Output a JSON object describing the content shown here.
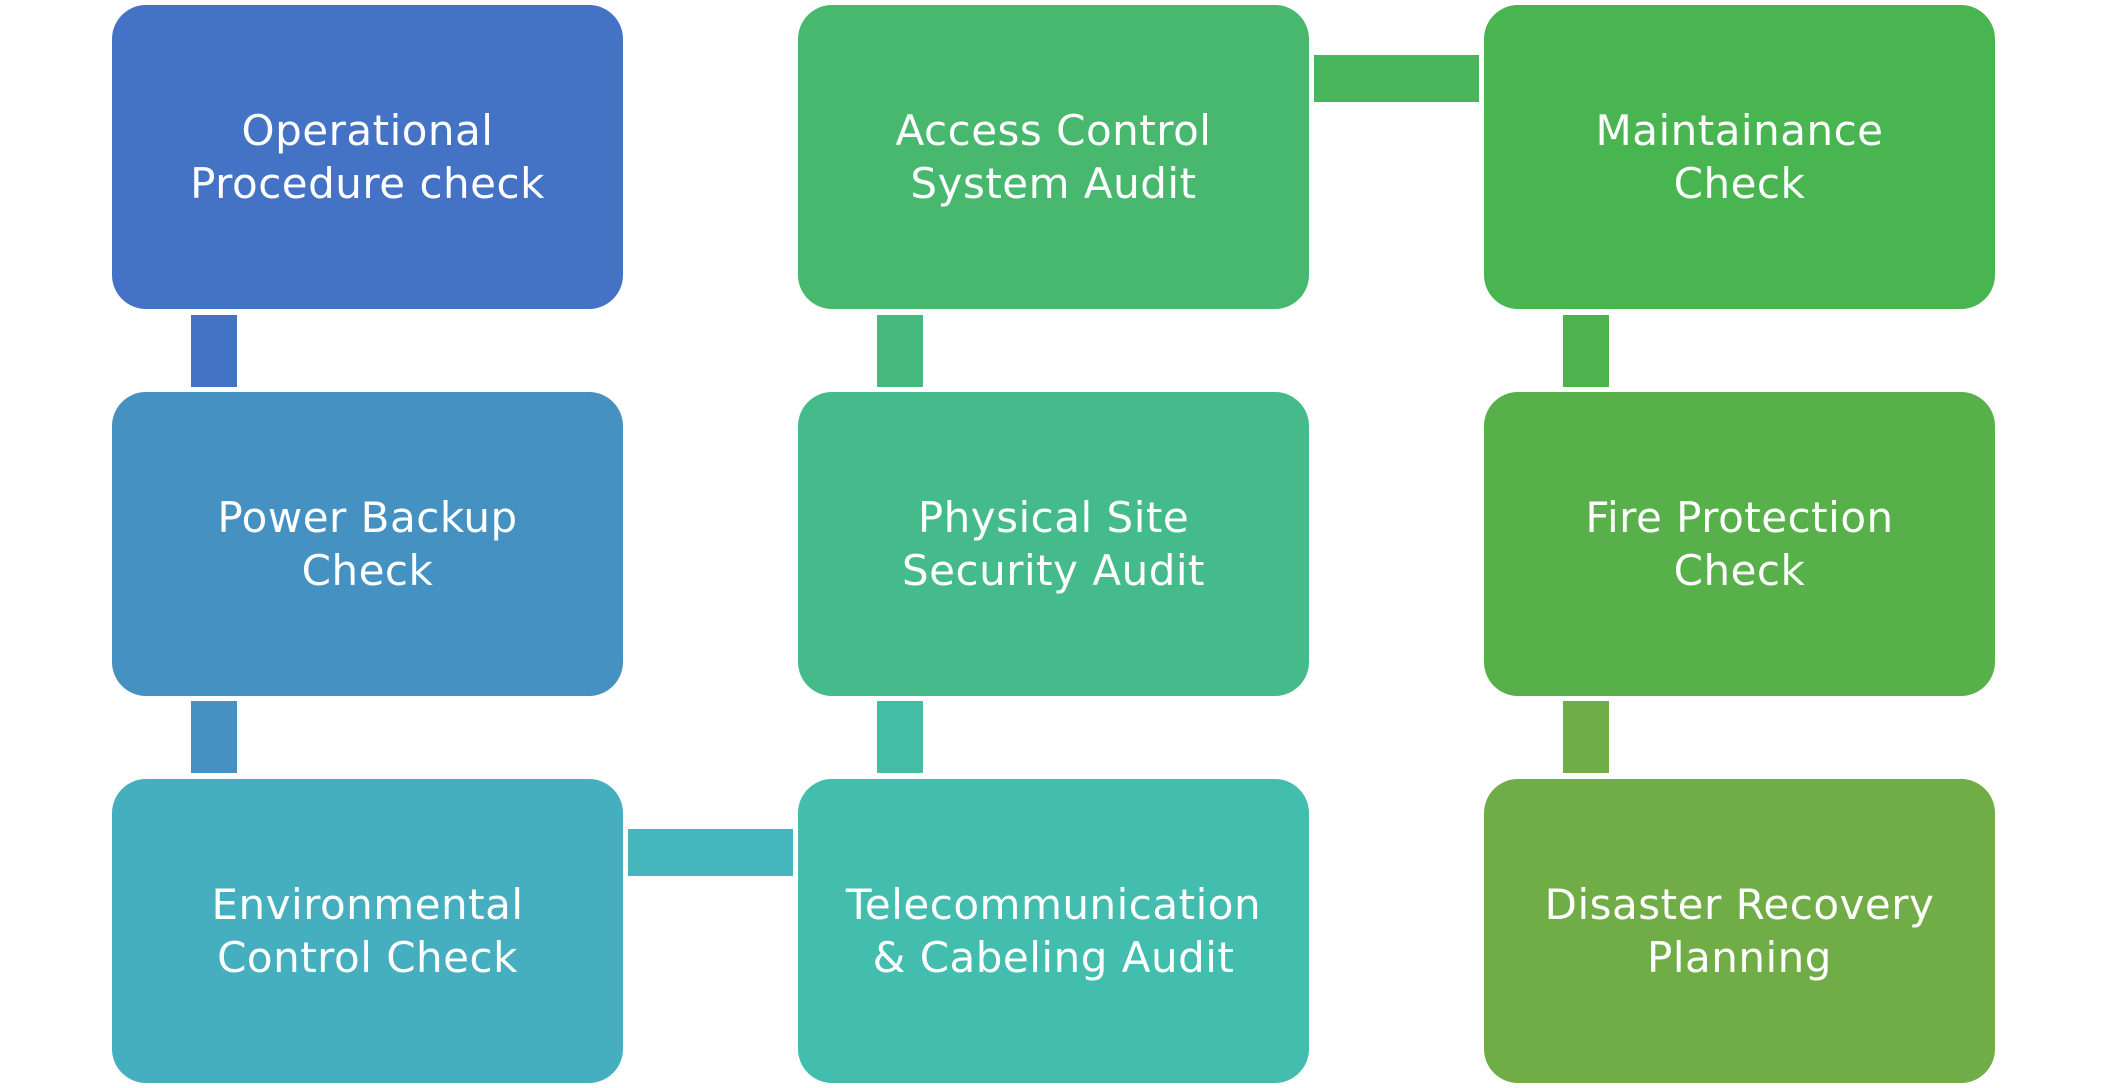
{
  "diagram": {
    "type": "process-flow",
    "flow_order": [
      "operational-procedure",
      "power-backup",
      "environmental-control",
      "telecommunication-cabeling",
      "physical-site-security",
      "access-control",
      "maintainance",
      "fire-protection",
      "disaster-recovery"
    ],
    "nodes": {
      "operational-procedure": {
        "lines": [
          "Operational",
          "Procedure check"
        ],
        "color": "#4472C4"
      },
      "power-backup": {
        "lines": [
          "Power Backup",
          "Check"
        ],
        "color": "#4591C1"
      },
      "environmental-control": {
        "lines": [
          "Environmental",
          "Control Check"
        ],
        "color": "#45AFC0"
      },
      "telecommunication-cabeling": {
        "lines": [
          "Telecommunication",
          "& Cabeling Audit"
        ],
        "color": "#43BDAE"
      },
      "physical-site-security": {
        "lines": [
          "Physical Site",
          "Security Audit"
        ],
        "color": "#45BB8C"
      },
      "access-control": {
        "lines": [
          "Access Control",
          "System Audit"
        ],
        "color": "#47B86E"
      },
      "maintainance": {
        "lines": [
          "Maintainance",
          "Check"
        ],
        "color": "#49B551"
      },
      "fire-protection": {
        "lines": [
          "Fire Protection",
          "Check"
        ],
        "color": "#57B049"
      },
      "disaster-recovery": {
        "lines": [
          "Disaster Recovery",
          "Planning"
        ],
        "color": "#70AD47"
      }
    },
    "connectors": {
      "operational-to-power": {
        "from": "operational-procedure",
        "to": "power-backup",
        "color": "#4472C4"
      },
      "power-to-environmental": {
        "from": "power-backup",
        "to": "environmental-control",
        "color": "#4591C1"
      },
      "environmental-to-telecom": {
        "from": "environmental-control",
        "to": "telecommunication-cabeling",
        "color": "#45B6BE"
      },
      "telecom-to-physical": {
        "from": "telecommunication-cabeling",
        "to": "physical-site-security",
        "color": "#43BDA4"
      },
      "physical-to-access": {
        "from": "physical-site-security",
        "to": "access-control",
        "color": "#46BA7E"
      },
      "access-to-maintainance": {
        "from": "access-control",
        "to": "maintainance",
        "color": "#47B65C"
      },
      "maintainance-to-fire": {
        "from": "maintainance",
        "to": "fire-protection",
        "color": "#4FB34D"
      },
      "fire-to-disaster": {
        "from": "fire-protection",
        "to": "disaster-recovery",
        "color": "#70AD47"
      }
    }
  }
}
